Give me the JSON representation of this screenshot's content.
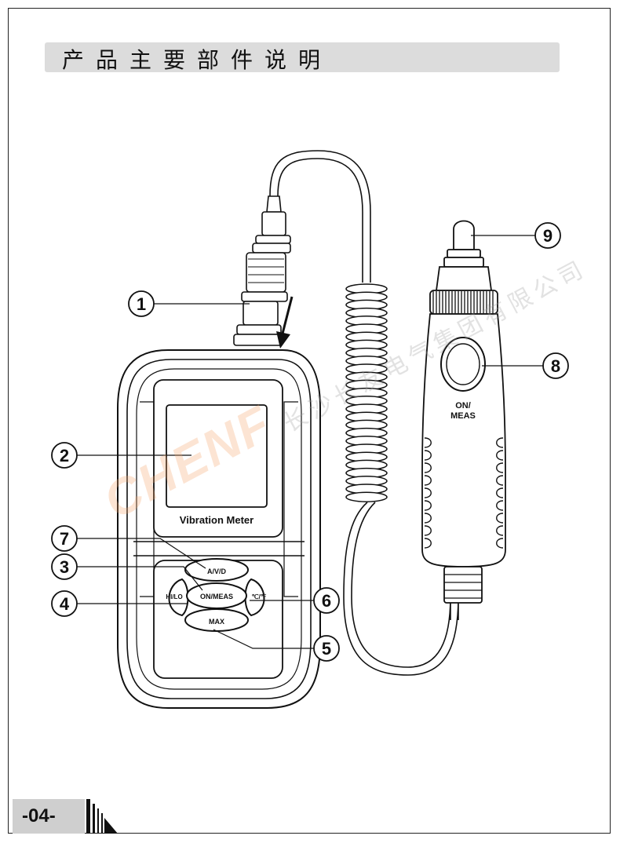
{
  "header": {
    "title": "产品主要部件说明"
  },
  "meter": {
    "label": "Vibration Meter",
    "buttons": {
      "avd": "A/V/D",
      "on_meas": "ON/MEAS",
      "hi_lo": "HI/LO",
      "unit": "℃/℉",
      "max": "MAX"
    }
  },
  "probe": {
    "button_label_line1": "ON/",
    "button_label_line2": "MEAS"
  },
  "callouts": [
    "1",
    "2",
    "3",
    "4",
    "5",
    "6",
    "7",
    "8",
    "9"
  ],
  "watermark": {
    "logo": "CHENF",
    "company": "长沙长友电气集团有限公司"
  },
  "footer": {
    "page_number": "-04-"
  },
  "colors": {
    "title_bar": "#dcdcdc",
    "watermark": "#f5a56e",
    "line": "#111111"
  }
}
